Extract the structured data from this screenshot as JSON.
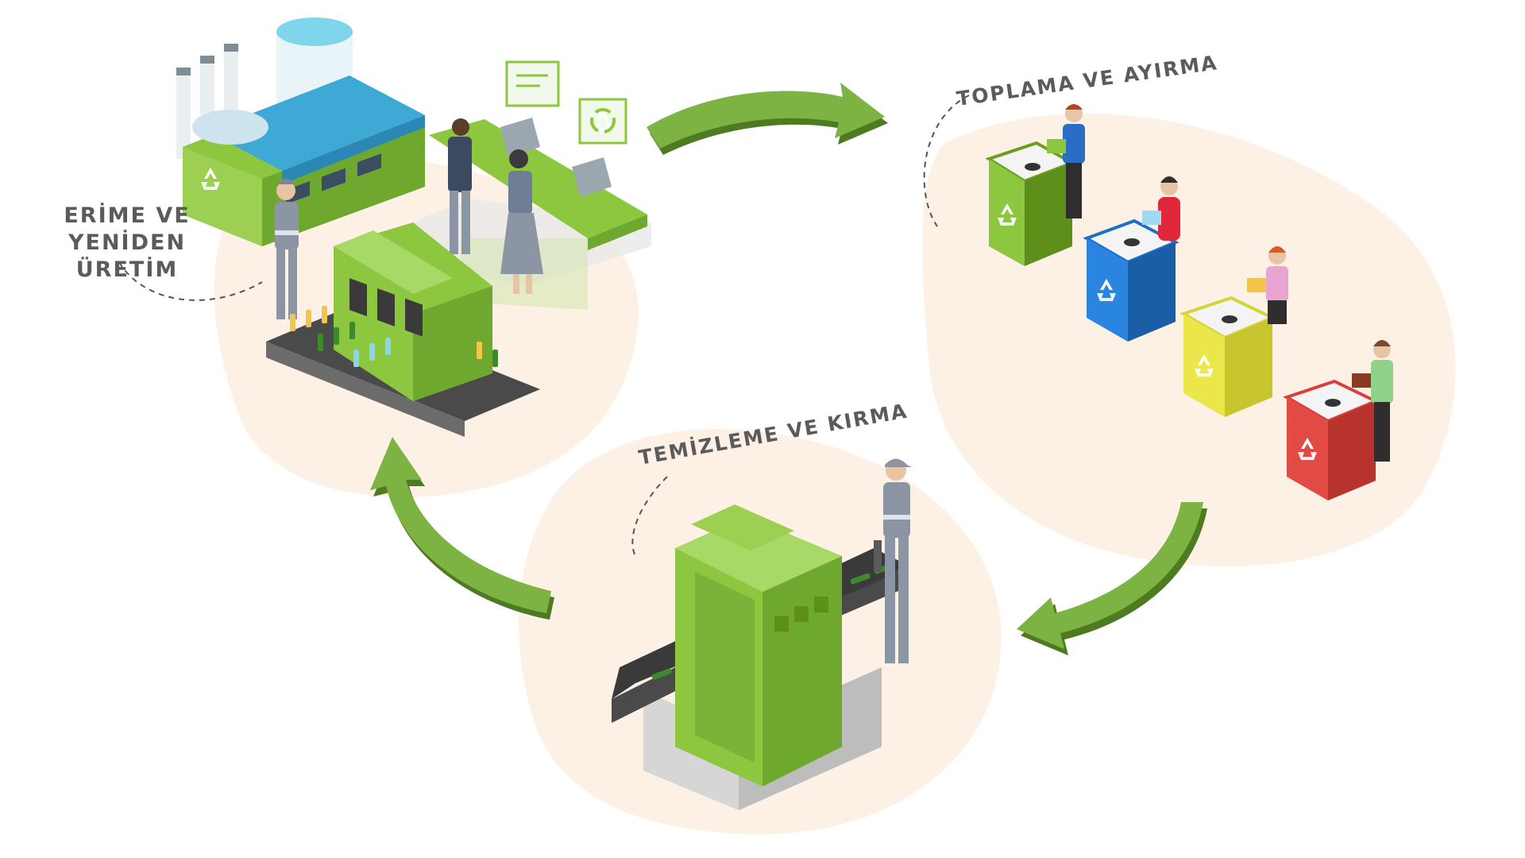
{
  "stages": {
    "melting": {
      "line1": "ERİME VE",
      "line2": "YENİDEN ÜRETİM"
    },
    "collection": {
      "label": "TOPLAMA VE AYIRMA"
    },
    "cleaning": {
      "label": "TEMİZLEME VE KIRMA"
    }
  },
  "colors": {
    "blob": "#fdf0e4",
    "arrow": "#7cb342",
    "arrow_shadow": "#4e7a22",
    "machine": "#8dc63f",
    "machine_dark": "#6a9e2c",
    "bin_green": "#6a9e1f",
    "bin_blue": "#1e6fc4",
    "bin_yellow": "#e3df3c",
    "bin_red": "#d8403b"
  },
  "icons": [
    "recycle-icon",
    "cycle-arrow-icon"
  ]
}
